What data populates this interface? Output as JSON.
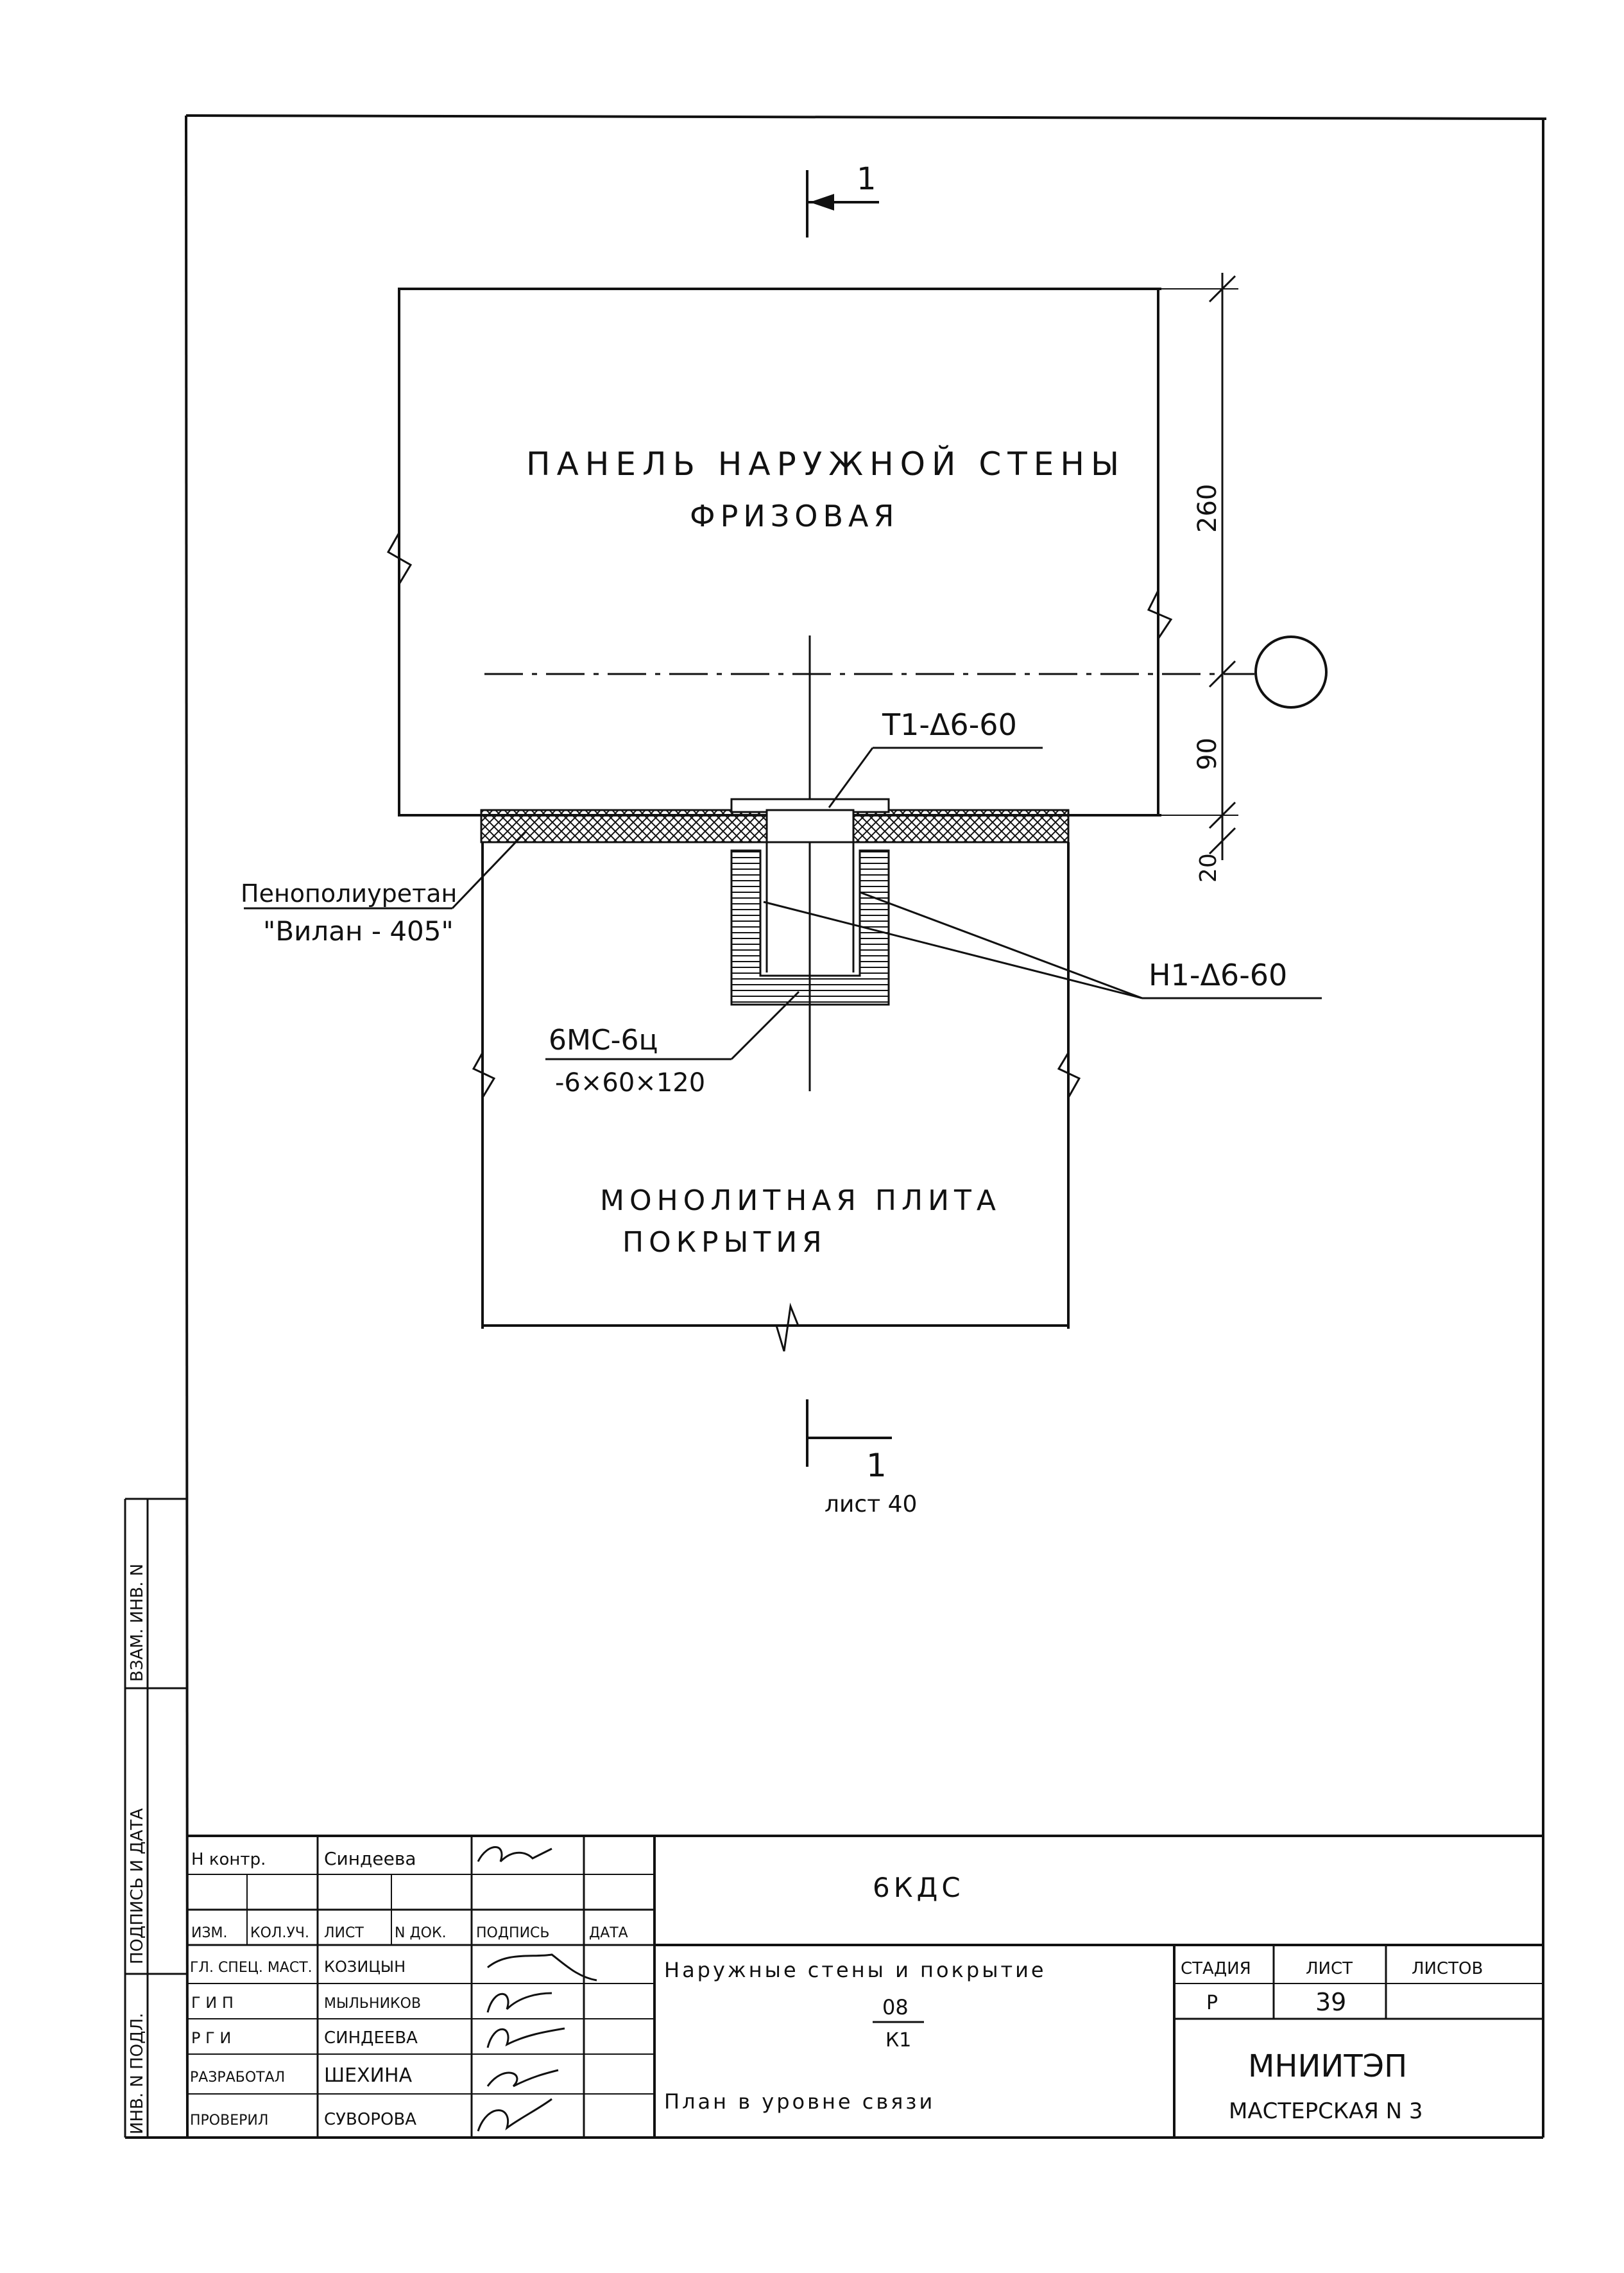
{
  "drawing": {
    "section_mark_top": "1",
    "section_mark_bottom": "1",
    "section_sheet_ref": "лист 40",
    "panel_label_line1": "ПАНЕЛЬ НАРУЖНОЙ СТЕНЫ",
    "panel_label_line2": "ФРИЗОВАЯ",
    "slab_label_line1": "МОНОЛИТНАЯ ПЛИТА",
    "slab_label_line2": "ПОКРЫТИЯ",
    "insulation_label_line1": "Пенополиуретан",
    "insulation_label_line2": "\"Вилан - 405\"",
    "callout_t1": "Т1-Δ6-60",
    "callout_n1": "Н1-Δ6-60",
    "callout_mc_line1": "6МС-6ц",
    "callout_mc_line2": "-6×60×120",
    "dim_260": "260",
    "dim_90": "90",
    "dim_20": "20"
  },
  "left_stamp": {
    "inv_vzam": "ВЗАМ. ИНВ. N",
    "sign_date": "ПОДПИСЬ И ДАТА",
    "inv_podl": "ИНВ. N ПОДЛ."
  },
  "title_block": {
    "rows": [
      {
        "role": "Н контр.",
        "name": "Синдеева"
      },
      {
        "role": "",
        "name": ""
      },
      {
        "role": "ГЛ. СПЕЦ. МАСТ.",
        "name": "КОЗИЦЫН"
      },
      {
        "role": "Г И П",
        "name": "МЫЛЬНИКОВ"
      },
      {
        "role": "Р Г И",
        "name": "СИНДЕЕВА"
      },
      {
        "role": "РАЗРАБОТАЛ",
        "name": "ШЕХИНА"
      },
      {
        "role": "ПРОВЕРИЛ",
        "name": "СУВОРОВА"
      }
    ],
    "header_cols": [
      "ИЗМ.",
      "КОЛ.УЧ.",
      "ЛИСТ",
      "N ДОК.",
      "ПОДПИСЬ",
      "ДАТА"
    ],
    "project_code": "6КДС",
    "section_title": "Наружные стены и покрытие",
    "series_top": "08",
    "series_bottom": "К1",
    "sheet_title": "План в уровне связи",
    "stage_label": "СТАДИЯ",
    "sheet_label": "ЛИСТ",
    "sheets_label": "ЛИСТОВ",
    "stage_value": "Р",
    "sheet_value": "39",
    "sheets_value": "",
    "org_name": "МНИИТЭП",
    "org_unit": "МАСТЕРСКАЯ N 3"
  }
}
